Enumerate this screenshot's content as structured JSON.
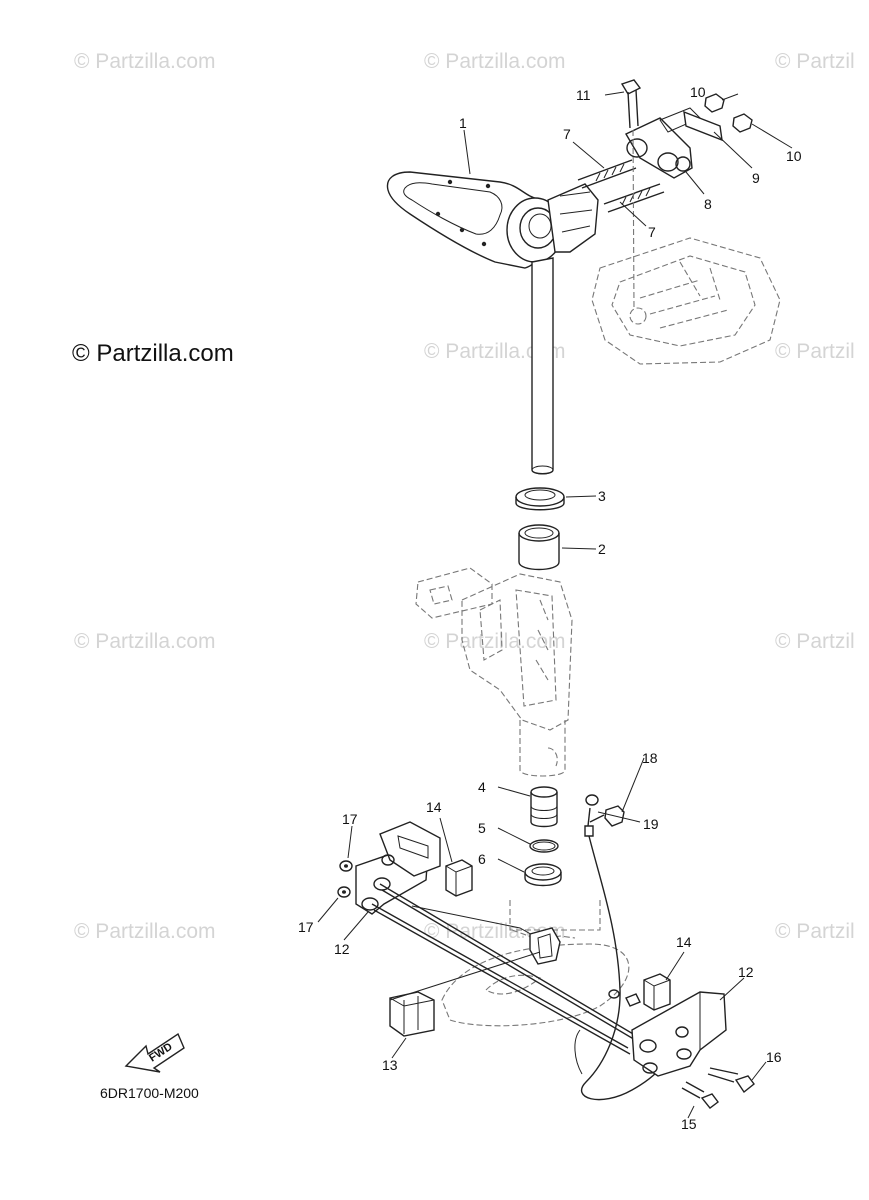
{
  "watermark": {
    "text": "© Partzilla.com",
    "faded_text": "© Partzilla.com",
    "edge_text": "© Partzil"
  },
  "diagram_code": "6DR1700-M200",
  "fwd_label": "FWD",
  "callouts": [
    "1",
    "2",
    "3",
    "4",
    "5",
    "6",
    "7",
    "7",
    "8",
    "9",
    "10",
    "10",
    "11",
    "12",
    "12",
    "13",
    "14",
    "14",
    "15",
    "16",
    "17",
    "17",
    "18",
    "19"
  ]
}
